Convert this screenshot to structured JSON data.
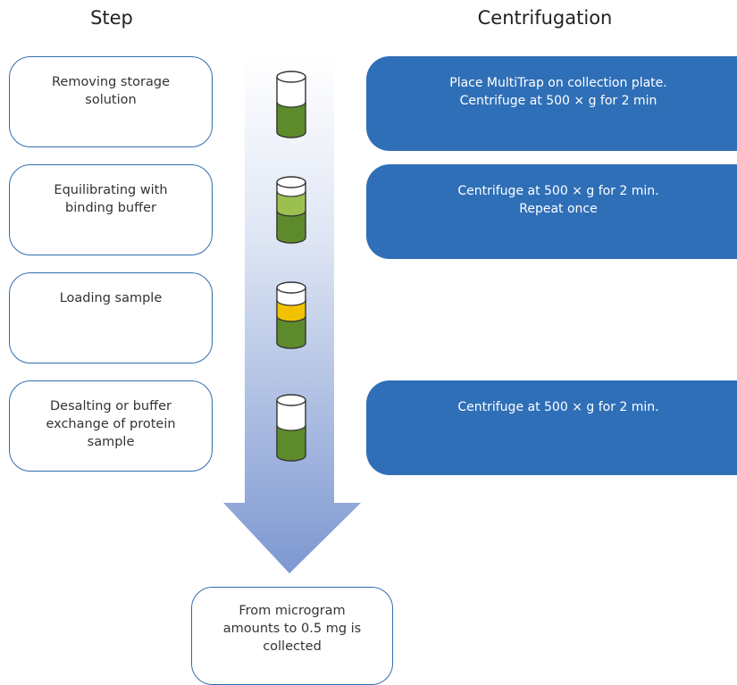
{
  "headings": {
    "step": "Step",
    "centrifugation": "Centrifugation"
  },
  "steps": [
    {
      "label": "Removing storage\nsolution"
    },
    {
      "label": "Equilibrating with\nbinding buffer"
    },
    {
      "label": "Loading sample"
    },
    {
      "label": "Desalting or buffer\nexchange of protein\nsample"
    }
  ],
  "centrifugation": [
    {
      "text": "Place MultiTrap on collection plate.\nCentrifuge at 500 × g for 2 min"
    },
    {
      "text": "Centrifuge at 500 × g for 2 min.\nRepeat once"
    },
    {
      "text": "Centrifuge at 500 × g for 2 min."
    }
  ],
  "result": {
    "text": "From microgram\namounts to 0.5 mg is\ncollected"
  },
  "colors": {
    "box_border": "#2f6fae",
    "blue_box": "#2f6fb7",
    "resin_green": "#5d8a2b",
    "buffer_light_green": "#9bc050",
    "sample_yellow": "#f2c200",
    "arrow_top": "#ffffff",
    "arrow_bottom": "#7d98d1"
  }
}
